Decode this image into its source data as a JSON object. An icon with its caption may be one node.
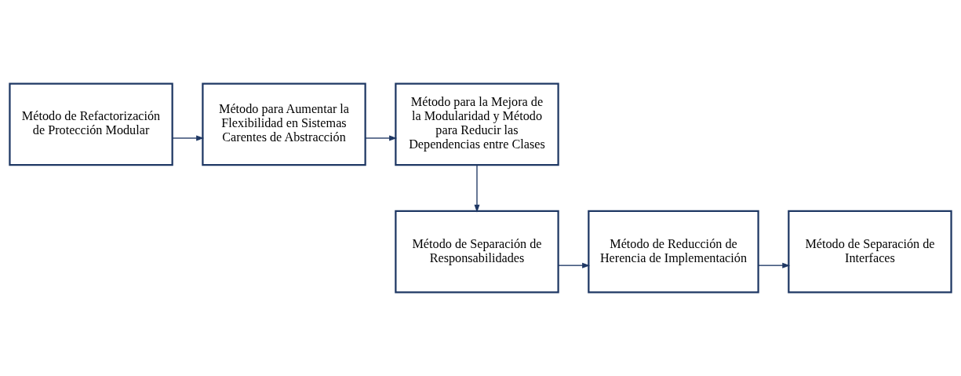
{
  "diagram": {
    "nodes": [
      {
        "text": [
          "Método de Refactorización de Protección Modular"
        ]
      },
      {
        "text": [
          "Método para Aumentar la Flexibilidad en Sistemas Carentes de Abstracción"
        ]
      },
      {
        "text": [
          "Método para la Mejora de la Modularidad y Método para Reducir las Dependencias entre Clases"
        ]
      },
      {
        "text": [
          "Método de Separación de Responsabilidades"
        ]
      },
      {
        "text": [
          "Método de Reducción de Herencia de Implementación"
        ]
      },
      {
        "text": [
          "Método de Separación de Interfaces"
        ]
      }
    ],
    "edges": [
      {
        "from": 0,
        "to": 1,
        "arrow": "to"
      },
      {
        "from": 1,
        "to": 2,
        "arrow": "to"
      },
      {
        "from": 2,
        "to": 3,
        "arrow": "to"
      },
      {
        "from": 3,
        "to": 4,
        "arrow": "to"
      },
      {
        "from": 4,
        "to": 5,
        "arrow": "to"
      }
    ]
  }
}
